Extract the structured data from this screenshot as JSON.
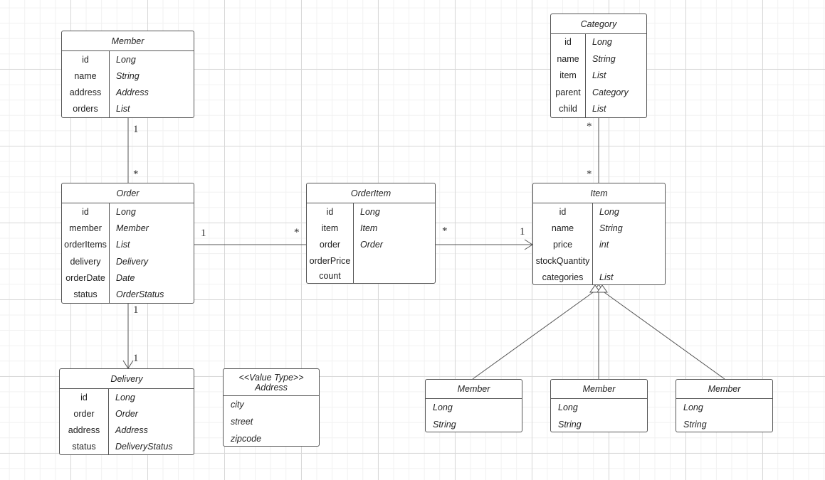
{
  "classes": {
    "member": {
      "title": "Member",
      "fields": [
        {
          "name": "id",
          "type": "Long"
        },
        {
          "name": "name",
          "type": "String"
        },
        {
          "name": "address",
          "type": "Address"
        },
        {
          "name": "orders",
          "type": "List"
        }
      ]
    },
    "order": {
      "title": "Order",
      "fields": [
        {
          "name": "id",
          "type": "Long"
        },
        {
          "name": "member",
          "type": "Member"
        },
        {
          "name": "orderItems",
          "type": "List"
        },
        {
          "name": "delivery",
          "type": "Delivery"
        },
        {
          "name": "orderDate",
          "type": "Date"
        },
        {
          "name": "status",
          "type": "OrderStatus"
        }
      ]
    },
    "orderitem": {
      "title": "OrderItem",
      "fields": [
        {
          "name": "id",
          "type": "Long"
        },
        {
          "name": "item",
          "type": "Item"
        },
        {
          "name": "order",
          "type": "Order"
        },
        {
          "name": "orderPrice",
          "type": ""
        },
        {
          "name": "count",
          "type": ""
        }
      ]
    },
    "item": {
      "title": "Item",
      "fields": [
        {
          "name": "id",
          "type": "Long"
        },
        {
          "name": "name",
          "type": "String"
        },
        {
          "name": "price",
          "type": "int"
        },
        {
          "name": "stockQuantity",
          "type": ""
        },
        {
          "name": "categories",
          "type": "List"
        }
      ]
    },
    "category": {
      "title": "Category",
      "fields": [
        {
          "name": "id",
          "type": "Long"
        },
        {
          "name": "name",
          "type": "String"
        },
        {
          "name": "item",
          "type": "List"
        },
        {
          "name": "parent",
          "type": "Category"
        },
        {
          "name": "child",
          "type": "List"
        }
      ]
    },
    "delivery": {
      "title": "Delivery",
      "fields": [
        {
          "name": "id",
          "type": "Long"
        },
        {
          "name": "order",
          "type": "Order"
        },
        {
          "name": "address",
          "type": "Address"
        },
        {
          "name": "status",
          "type": "DeliveryStatus"
        }
      ]
    },
    "address": {
      "stereotype": "<<Value Type>>",
      "title": "Address",
      "attributes": [
        "city",
        "street",
        "zipcode"
      ]
    },
    "sub1": {
      "title": "Member",
      "attributes": [
        "Long",
        "String"
      ]
    },
    "sub2": {
      "title": "Member",
      "attributes": [
        "Long",
        "String"
      ]
    },
    "sub3": {
      "title": "Member",
      "attributes": [
        "Long",
        "String"
      ]
    }
  },
  "multiplicities": {
    "member_order_member_end": "1",
    "member_order_order_end": "*",
    "order_orderitem_order_end": "1",
    "order_orderitem_orderitem_end": "*",
    "orderitem_item_orderitem_end": "*",
    "orderitem_item_item_end": "1",
    "category_item_category_end": "*",
    "category_item_item_end": "*",
    "order_delivery_order_end": "1",
    "order_delivery_delivery_end": "1"
  }
}
